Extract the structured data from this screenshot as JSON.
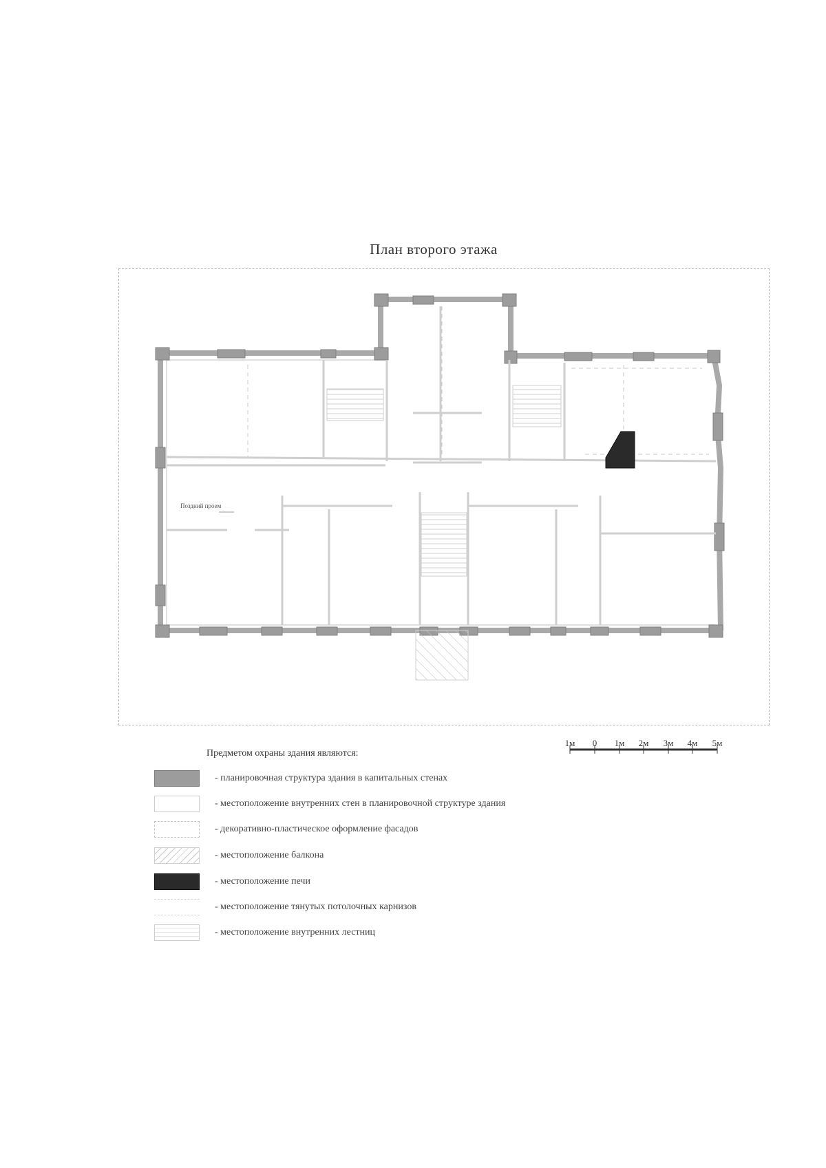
{
  "title": "План второго этажа",
  "annotation": "Поздний проем",
  "scale_bar": {
    "labels": [
      "1м",
      "0",
      "1м",
      "2м",
      "3м",
      "4м",
      "5м"
    ]
  },
  "legend": {
    "intro": "Предметом охраны здания являются:",
    "items": [
      {
        "key": "capital",
        "text": "- планировочная структура здания в капитальных стенах"
      },
      {
        "key": "inner",
        "text": "- местоположение внутренних стен в планировочной структуре здания"
      },
      {
        "key": "decor",
        "text": "- декоративно-пластическое оформление фасадов"
      },
      {
        "key": "balcony",
        "text": "- местоположение балкона"
      },
      {
        "key": "stove",
        "text": "- местоположение печи"
      },
      {
        "key": "cornice",
        "text": "- местоположение тянутых потолочных карнизов"
      },
      {
        "key": "stairs",
        "text": "- местоположение внутренних лестниц"
      }
    ]
  },
  "colors": {
    "capital_wall": "#9c9c9c",
    "inner_wall": "#d6d6d6",
    "stove": "#2a2a2a",
    "balcony_hatch": "#c9c9c9"
  }
}
